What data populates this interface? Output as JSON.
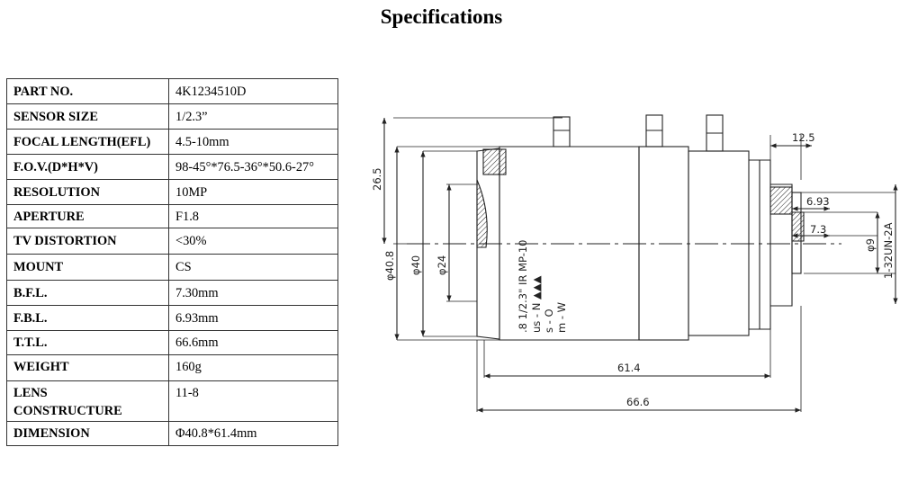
{
  "title": "Specifications",
  "specs": [
    {
      "label": "PART NO.",
      "value": "4K1234510D"
    },
    {
      "label": "SENSOR SIZE",
      "value": "1/2.3”"
    },
    {
      "label": "FOCAL LENGTH(EFL)",
      "value": "4.5-10mm"
    },
    {
      "label": "F.O.V.(D*H*V)",
      "value": "98-45°*76.5-36°*50.6-27°"
    },
    {
      "label": "RESOLUTION",
      "value": "10MP"
    },
    {
      "label": "APERTURE",
      "value": "F1.8"
    },
    {
      "label": "TV DISTORTION",
      "value": "<30%"
    },
    {
      "label": "MOUNT",
      "value": "CS"
    },
    {
      "label": "B.F.L.",
      "value": "7.30mm"
    },
    {
      "label": "F.B.L.",
      "value": "6.93mm"
    },
    {
      "label": "T.T.L.",
      "value": "66.6mm"
    },
    {
      "label": "WEIGHT",
      "value": "160g"
    },
    {
      "label_line1": "LENS",
      "label_line2": "CONSTRUCTURE",
      "value": "11-8"
    },
    {
      "label": "DIMENSION",
      "value": "Φ40.8*61.4mm"
    }
  ],
  "drawing": {
    "dim_12_5": "12.5",
    "dim_26_5": "26.5",
    "dim_6_93": "6.93",
    "dim_7_3": "7.3",
    "dim_d40_8": "φ40.8",
    "dim_d40": "φ40",
    "dim_d24": "φ24",
    "dim_d9": "φ9",
    "dim_thread": "1-32UN-2A",
    "dim_61_4": "61.4",
    "dim_66_6": "66.6",
    "barrel_line1": ".8 1/2.3\" IR MP-10",
    "barrel_line2": "us - N ▲▲▲",
    "barrel_line3": "s - O",
    "barrel_line4": "m - W"
  }
}
